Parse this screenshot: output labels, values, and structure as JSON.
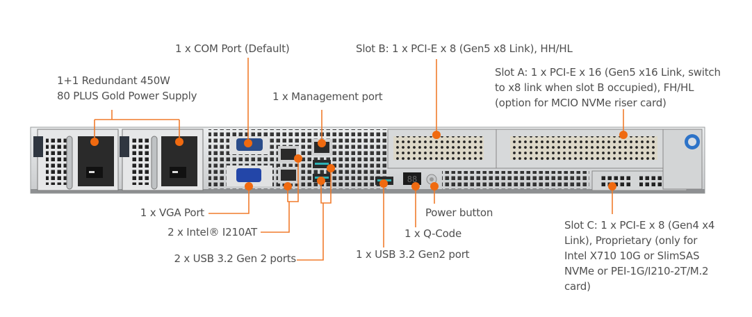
{
  "diagram": {
    "subject": "1U server rear panel",
    "accent_color": "#f06a10",
    "chassis_color": "#d9dbdc",
    "callouts": [
      {
        "id": "com_port",
        "lines": [
          "1 x COM Port (Default)"
        ]
      },
      {
        "id": "slot_b",
        "lines": [
          "Slot B: 1 x PCI-E x 8 (Gen5 x8 Link), HH/HL"
        ]
      },
      {
        "id": "psu",
        "lines": [
          "1+1 Redundant 450W",
          "80 PLUS Gold Power Supply"
        ]
      },
      {
        "id": "mgmt_port",
        "lines": [
          "1 x Management port"
        ]
      },
      {
        "id": "slot_a",
        "lines": [
          "Slot A: 1 x PCI-E x 16 (Gen5 x16 Link, switch",
          "to x8 link when slot B occupied), FH/HL",
          "(option for MCIO NVMe riser card)"
        ]
      },
      {
        "id": "vga_port",
        "lines": [
          "1 x VGA Port"
        ]
      },
      {
        "id": "intel_lan",
        "lines": [
          "2 x Intel® I210AT"
        ]
      },
      {
        "id": "usb_rear",
        "lines": [
          "2 x USB 3.2 Gen 2 ports"
        ]
      },
      {
        "id": "power_button",
        "lines": [
          "Power button"
        ]
      },
      {
        "id": "qcode",
        "lines": [
          "1 x Q-Code"
        ]
      },
      {
        "id": "usb_front",
        "lines": [
          "1 x USB 3.2 Gen2 port"
        ]
      },
      {
        "id": "slot_c",
        "lines": [
          "Slot C: 1 x PCI-E x 8 (Gen4 x4",
          "Link), Proprietary (only for",
          "Intel X710 10G or SlimSAS",
          "NVMe or PEI-1G/I210-2T/M.2",
          "card)"
        ]
      }
    ],
    "qcode_display": "88"
  }
}
